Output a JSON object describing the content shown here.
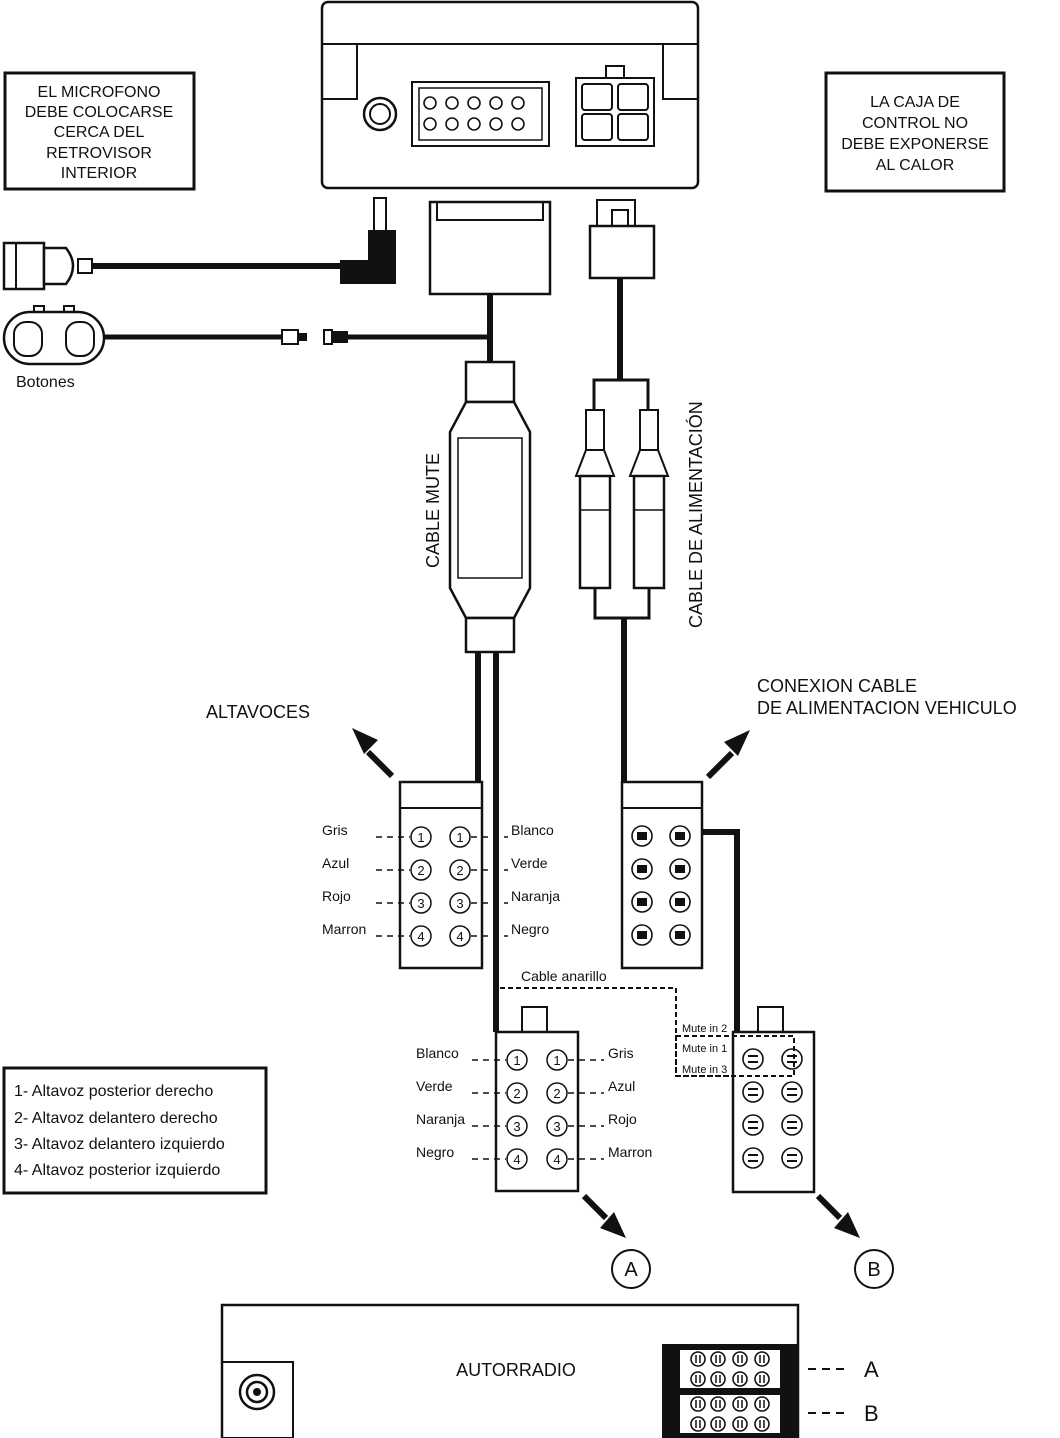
{
  "notes": {
    "microphone": [
      "EL MICROFONO",
      "DEBE COLOCARSE",
      "CERCA DEL",
      "RETROVISOR",
      "INTERIOR"
    ],
    "heat": [
      "LA CAJA DE",
      "CONTROL NO",
      "DEBE EXPONERSE",
      "AL CALOR"
    ]
  },
  "labels": {
    "buttons": "Botones",
    "mute_cable": "CABLE MUTE",
    "power_cable": "CABLE DE ALIMENTACIÓN",
    "speakers": "ALTAVOCES",
    "vehicle_power_line1": "CONEXION CABLE",
    "vehicle_power_line2": "DE ALIMENTACION VEHICULO",
    "ring_cable": "Cable anarillo",
    "radio": "AUTORRADIO",
    "port_a": "A",
    "port_b": "B",
    "radio_a": "A",
    "radio_b": "B"
  },
  "speaker_connector": {
    "left_colors": [
      "Gris",
      "Azul",
      "Rojo",
      "Marron"
    ],
    "right_colors": [
      "Blanco",
      "Verde",
      "Naranja",
      "Negro"
    ],
    "pins": [
      "1",
      "2",
      "3",
      "4"
    ]
  },
  "radio_connector_a": {
    "left_colors": [
      "Blanco",
      "Verde",
      "Naranja",
      "Negro"
    ],
    "right_colors": [
      "Gris",
      "Azul",
      "Rojo",
      "Marron"
    ],
    "pins": [
      "1",
      "2",
      "3",
      "4"
    ]
  },
  "mute_inputs": [
    "Mute in 2",
    "Mute in 1",
    "Mute in 3"
  ],
  "legend": [
    "1- Altavoz posterior derecho",
    "2- Altavoz delantero derecho",
    "3- Altavoz delantero izquierdo",
    "4- Altavoz posterior izquierdo"
  ]
}
